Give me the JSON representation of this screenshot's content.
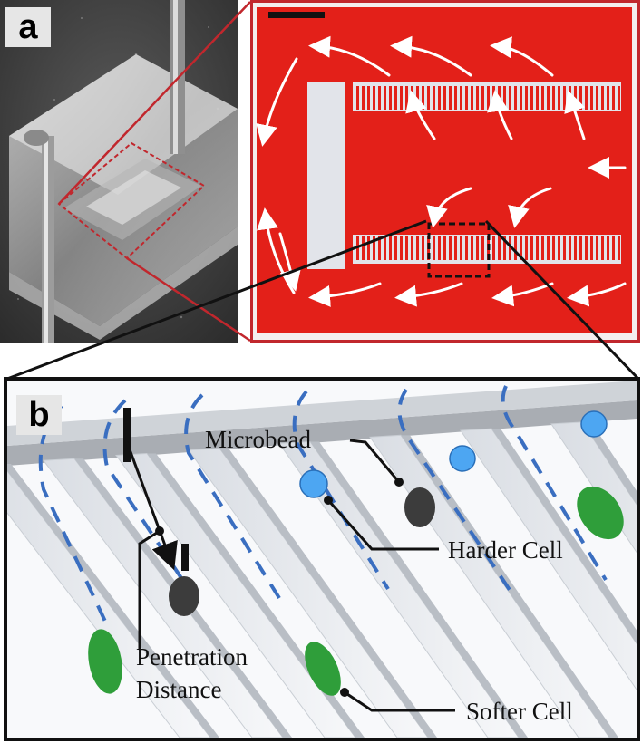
{
  "panels": {
    "a": {
      "label": "a"
    },
    "b": {
      "label": "b"
    }
  },
  "annotations": {
    "microbead": "Microbead",
    "harder_cell": "Harder Cell",
    "penetration_line1": "Penetration",
    "penetration_line2": "Distance",
    "softer_cell": "Softer Cell"
  },
  "colors": {
    "device_red": "#e32019",
    "frame_red": "#c1272d",
    "flow_arrow": "#ffffff",
    "streamline_blue": "#3a6ec0",
    "microbead_blue": "#4da6f2",
    "softer_cell_green": "#2f9e3a",
    "harder_cell_gray": "#3c3c3c"
  },
  "icons": {
    "scale_bar": "scale-bar-icon",
    "flow_direction": "arrow-icon"
  }
}
